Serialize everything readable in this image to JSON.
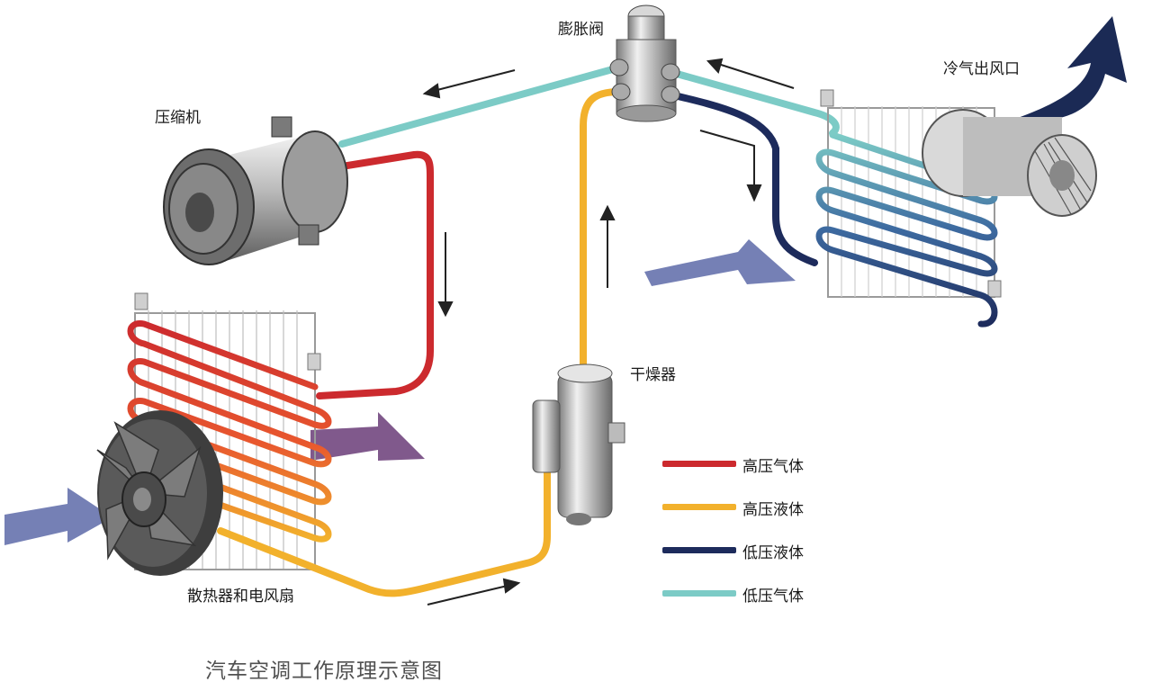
{
  "labels": {
    "compressor": "压缩机",
    "expansion_valve": "膨胀阀",
    "cold_air_outlet": "冷气出风口",
    "dryer": "干燥器",
    "condenser_fan": "散热器和电风扇"
  },
  "legend": [
    {
      "text": "高压气体",
      "color": "#cc2a2e"
    },
    {
      "text": "高压液体",
      "color": "#f2b12c"
    },
    {
      "text": "低压液体",
      "color": "#1d2b5c"
    },
    {
      "text": "低压气体",
      "color": "#7ccbc6"
    }
  ],
  "colors": {
    "high_pressure_gas": "#cc2a2e",
    "high_pressure_liquid": "#f2b12c",
    "low_pressure_liquid": "#1d2b5c",
    "low_pressure_gas": "#7ccbc6",
    "airflow_blue": "#5d6aa8",
    "airflow_purple": "#6a3c78",
    "cold_air_arrow": "#1b2a55"
  },
  "title": "汽车空调工作原理示意图"
}
